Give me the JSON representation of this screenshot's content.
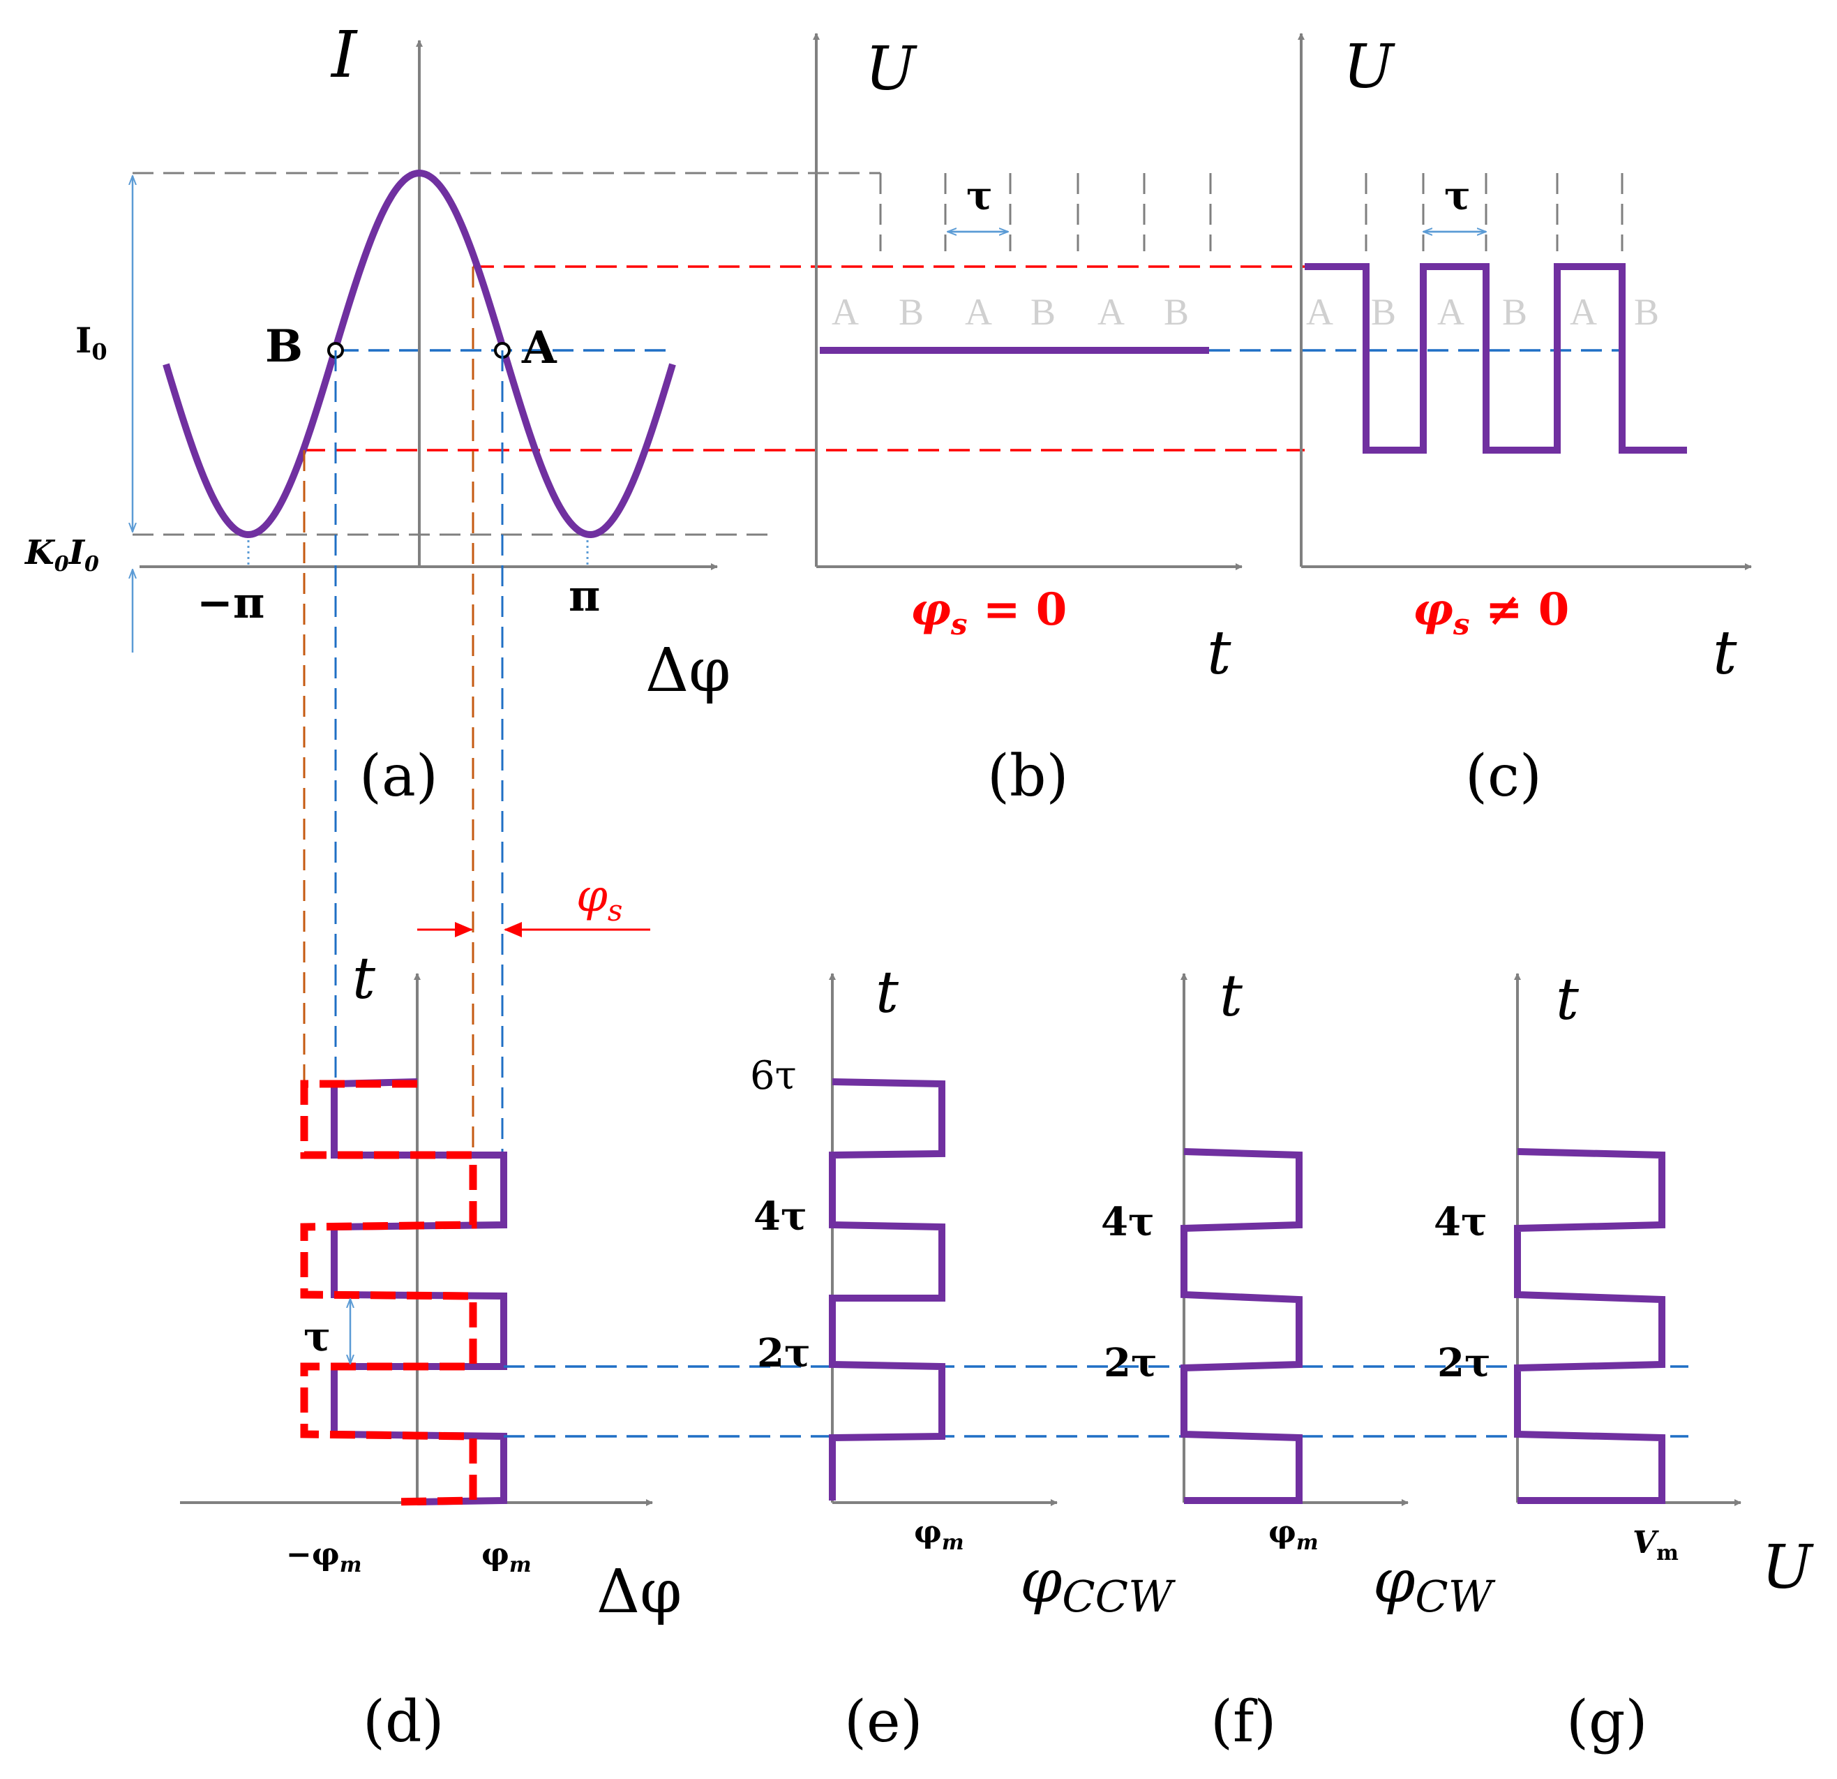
{
  "colors": {
    "signal": "#7030a0",
    "axis": "#808080",
    "guide_blue": "#1f6fc5",
    "guide_red": "#ff0000",
    "guide_orange": "#c55a11",
    "dim_blue": "#5b9bd5",
    "grid_gray": "#7f7f7f",
    "slot_text": "#d0d0d0"
  },
  "panels": {
    "a": {
      "caption": "(a)",
      "y_axis": "I",
      "x_axis": "Δφ",
      "i0_label": "I",
      "i0_sub": "0",
      "k0i0_label": "K",
      "k0i0_sub": "0",
      "k0i0_label2": "I",
      "k0i0_sub2": "0",
      "neg_pi": "−π",
      "pi": "π",
      "point_a": "A",
      "point_b": "B"
    },
    "b": {
      "caption": "(b)",
      "y_axis": "U",
      "x_axis": "t",
      "tau": "τ",
      "phase_label": "φ",
      "phase_sub": "s",
      "phase_rel": " = 0",
      "slots": [
        "A",
        "B",
        "A",
        "B",
        "A",
        "B"
      ]
    },
    "c": {
      "caption": "(c)",
      "y_axis": "U",
      "x_axis": "t",
      "tau": "τ",
      "phase_label": "φ",
      "phase_sub": "s",
      "phase_rel": " ≠ 0",
      "slots": [
        "A",
        "B",
        "A",
        "B",
        "A",
        "B"
      ]
    },
    "d": {
      "caption": "(d)",
      "y_axis": "t",
      "x_axis": "Δφ",
      "tau": "τ",
      "neg_phim": "−φ",
      "neg_phim_sub": "m",
      "phim": "φ",
      "phim_sub": "m",
      "phis": "φ",
      "phis_sub": "s"
    },
    "e": {
      "caption": "(e)",
      "y_axis": "t",
      "x_axis": "φ",
      "x_axis_sub": "CCW",
      "phim": "φ",
      "phim_sub": "m",
      "ticks": [
        "6τ",
        "4τ",
        "2τ"
      ]
    },
    "f": {
      "caption": "(f)",
      "y_axis": "t",
      "x_axis": "φ",
      "x_axis_sub": "CW",
      "phim": "φ",
      "phim_sub": "m",
      "ticks": [
        "4τ",
        "2τ"
      ]
    },
    "g": {
      "caption": "(g)",
      "y_axis": "t",
      "x_axis": "U",
      "vm": "V",
      "vm_sub": "m",
      "ticks": [
        "4τ",
        "2τ"
      ]
    }
  }
}
